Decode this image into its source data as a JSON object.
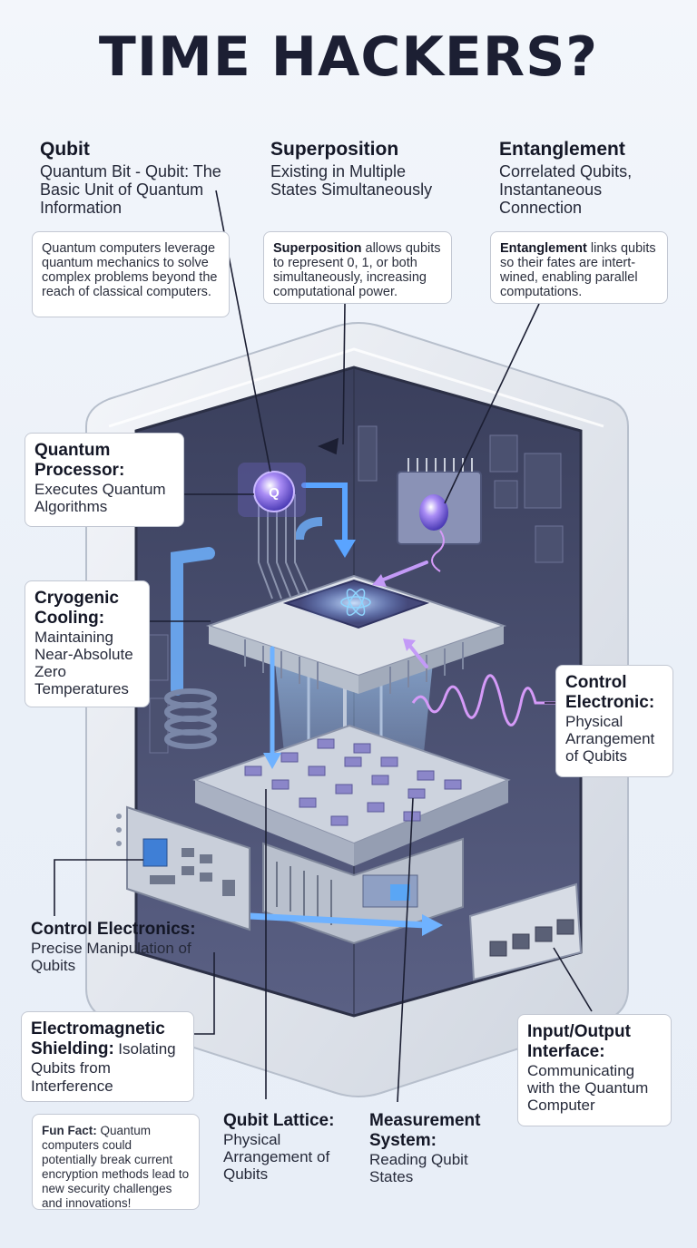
{
  "title": "TIME HACKERS?",
  "top": {
    "qubit": {
      "title": "Qubit",
      "subtitle": "Quantum Bit - Qubit: The Basic Unit of Quantum Information",
      "box": "Quantum computers leverage quantum mechanics to solve complex problems beyond the reach of classical computers."
    },
    "superposition": {
      "title": "Superposition",
      "subtitle": "Existing in Multiple States Simultaneously",
      "box_bold": "Superposition",
      "box_rest": "allows qubits to represent 0, 1, or both simultaneously, increasing computational power."
    },
    "entanglement": {
      "title": "Entanglement",
      "subtitle": "Correlated Qubits, Instantaneous Connection",
      "box_bold": "Entanglement",
      "box_rest": "links qubits so their fates are intert-wined, enabling parallel computations."
    }
  },
  "labels": {
    "processor": {
      "title": "Quantum Processor:",
      "desc": "Executes Quantum Algorithms"
    },
    "cryogenic": {
      "title": "Cryogenic Cooling:",
      "desc": "Maintaining Near-Absolute Zero Temperatures"
    },
    "control_electronic": {
      "title": "Control Electronic:",
      "desc": "Physical Arrangement of Qubits"
    },
    "control_electronics": {
      "title": "Control Electronics:",
      "desc": "Precise Manipulation of Qubits"
    },
    "shielding": {
      "title": "Electromagnetic Shielding:",
      "desc": "Isolating Qubits from Interference"
    },
    "io": {
      "title": "Input/Output Interface:",
      "desc": "Communicating with the Quantum Computer"
    },
    "lattice": {
      "title": "Qubit Lattice:",
      "desc": "Physical Arrangement of Qubits"
    },
    "measurement": {
      "title": "Measurement System:",
      "desc": "Reading Qubit States"
    }
  },
  "fun_fact": {
    "bold": "Fun Fact:",
    "text": "Quantum computers could potentially break current encryption methods lead to new security challenges and innovations!"
  },
  "qubit_symbol": "Q",
  "colors": {
    "accent_blue": "#4a8ff0",
    "accent_purple": "#b87cf0",
    "casing": "#e4e8ef",
    "dark_text": "#1c1f33"
  }
}
